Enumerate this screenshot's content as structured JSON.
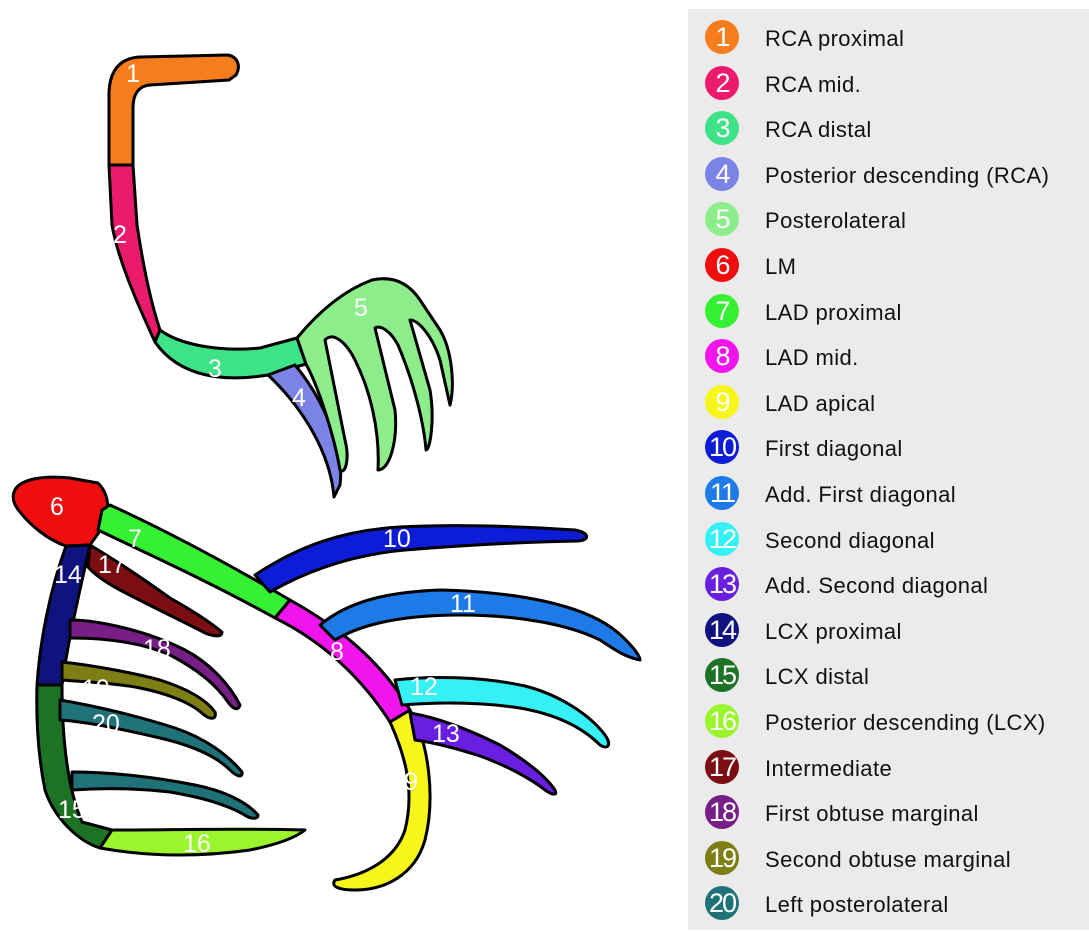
{
  "segments": [
    {
      "num": "1",
      "label": "RCA proximal",
      "color": "#f57d1e"
    },
    {
      "num": "2",
      "label": "RCA mid.",
      "color": "#ec1a6c"
    },
    {
      "num": "3",
      "label": "RCA distal",
      "color": "#3de386"
    },
    {
      "num": "4",
      "label": "Posterior descending (RCA)",
      "color": "#7c83e6"
    },
    {
      "num": "5",
      "label": "Posterolateral",
      "color": "#8ced8a"
    },
    {
      "num": "6",
      "label": "LM",
      "color": "#ee0e0e"
    },
    {
      "num": "7",
      "label": "LAD proximal",
      "color": "#36f034"
    },
    {
      "num": "8",
      "label": "LAD mid.",
      "color": "#f214ec"
    },
    {
      "num": "9",
      "label": "LAD apical",
      "color": "#f8f51a"
    },
    {
      "num": "10",
      "label": "First diagonal",
      "color": "#0d1cd6"
    },
    {
      "num": "11",
      "label": "Add. First diagonal",
      "color": "#1d7ae6"
    },
    {
      "num": "12",
      "label": "Second diagonal",
      "color": "#35f0f5"
    },
    {
      "num": "13",
      "label": "Add. Second diagonal",
      "color": "#6a1fe0"
    },
    {
      "num": "14",
      "label": "LCX proximal",
      "color": "#0f137e"
    },
    {
      "num": "15",
      "label": "LCX distal",
      "color": "#1c7325"
    },
    {
      "num": "16",
      "label": "Posterior descending (LCX)",
      "color": "#9af52c"
    },
    {
      "num": "17",
      "label": "Intermediate",
      "color": "#7a0e12"
    },
    {
      "num": "18",
      "label": "First obtuse marginal",
      "color": "#771f86"
    },
    {
      "num": "19",
      "label": "Second obtuse marginal",
      "color": "#7d7e13"
    },
    {
      "num": "20",
      "label": "Left posterolateral",
      "color": "#1f7378"
    }
  ]
}
